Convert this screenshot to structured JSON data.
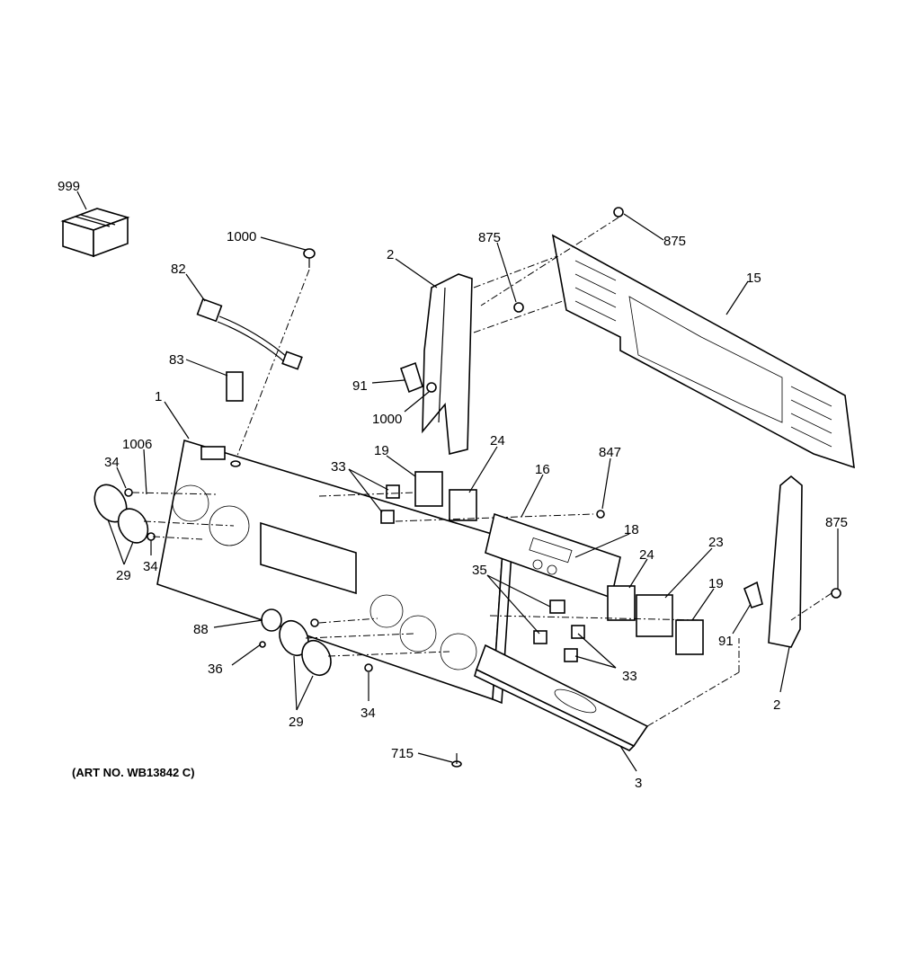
{
  "labels": [
    "999",
    "1000",
    "82",
    "83",
    "1",
    "1006",
    "34",
    "29",
    "34",
    "2",
    "875",
    "875",
    "15",
    "91",
    "1000",
    "19",
    "24",
    "33",
    "16",
    "847",
    "18",
    "24",
    "23",
    "19",
    "35",
    "33",
    "875",
    "91",
    "2",
    "88",
    "36",
    "29",
    "34",
    "715",
    "3"
  ],
  "art_number": "(ART NO. WB13842 C)"
}
